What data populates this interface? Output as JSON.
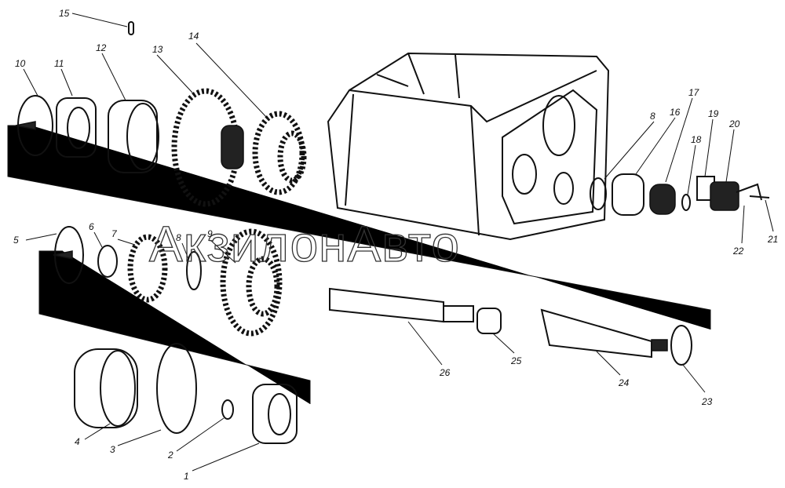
{
  "watermark": "АкзилонАвто",
  "parts": [
    {
      "id": "15",
      "label": "15"
    },
    {
      "id": "10",
      "label": "10"
    },
    {
      "id": "11",
      "label": "11"
    },
    {
      "id": "12",
      "label": "12"
    },
    {
      "id": "13",
      "label": "13"
    },
    {
      "id": "14",
      "label": "14"
    },
    {
      "id": "17",
      "label": "17"
    },
    {
      "id": "16",
      "label": "16"
    },
    {
      "id": "8a",
      "label": "8"
    },
    {
      "id": "19",
      "label": "19"
    },
    {
      "id": "20",
      "label": "20"
    },
    {
      "id": "18",
      "label": "18"
    },
    {
      "id": "5",
      "label": "5"
    },
    {
      "id": "6",
      "label": "6"
    },
    {
      "id": "7",
      "label": "7"
    },
    {
      "id": "8b",
      "label": "8"
    },
    {
      "id": "9",
      "label": "9"
    },
    {
      "id": "22",
      "label": "22"
    },
    {
      "id": "21",
      "label": "21"
    },
    {
      "id": "26",
      "label": "26"
    },
    {
      "id": "25",
      "label": "25"
    },
    {
      "id": "24",
      "label": "24"
    },
    {
      "id": "23",
      "label": "23"
    },
    {
      "id": "4",
      "label": "4"
    },
    {
      "id": "3",
      "label": "3"
    },
    {
      "id": "2",
      "label": "2"
    },
    {
      "id": "1",
      "label": "1"
    }
  ]
}
